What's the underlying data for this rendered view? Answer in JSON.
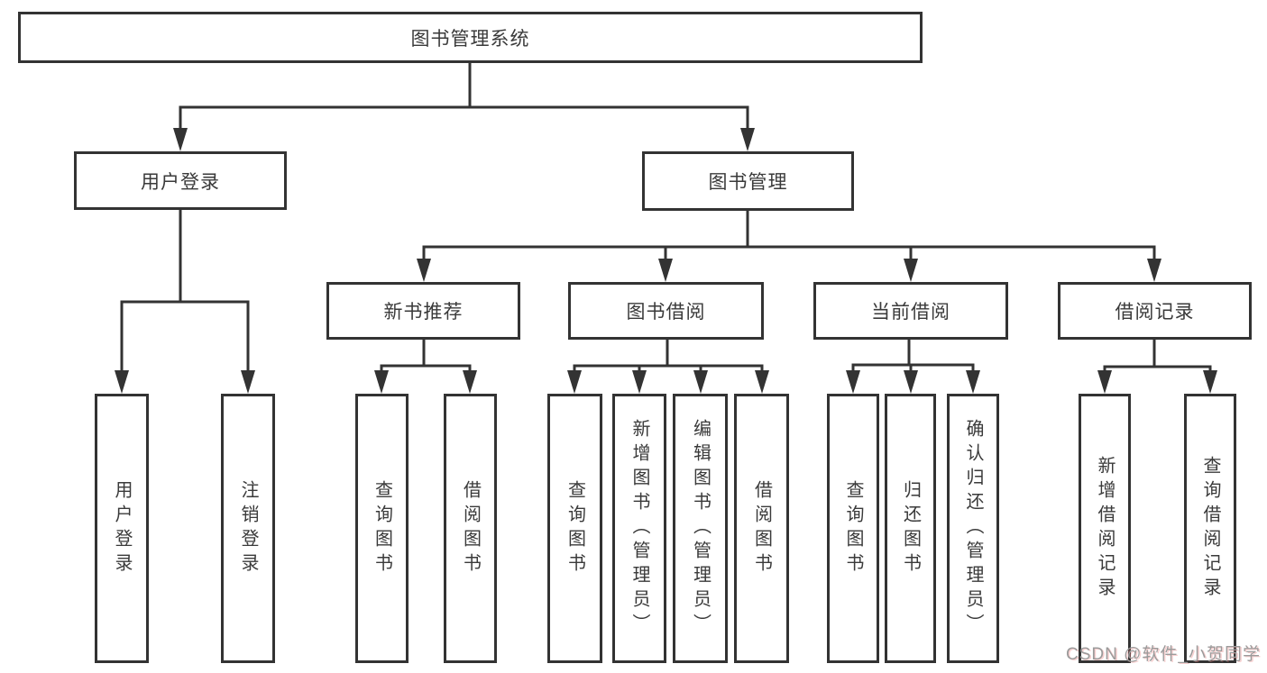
{
  "tree": {
    "root": {
      "label": "图书管理系统"
    },
    "level2": [
      {
        "label": "用户登录",
        "children": [
          {
            "label": "用户登录"
          },
          {
            "label": "注销登录"
          }
        ]
      },
      {
        "label": "图书管理",
        "children": [
          {
            "label": "新书推荐",
            "children": [
              {
                "label": "查询图书"
              },
              {
                "label": "借阅图书"
              }
            ]
          },
          {
            "label": "图书借阅",
            "children": [
              {
                "label": "查询图书"
              },
              {
                "label": "新增图书（管理员）"
              },
              {
                "label": "编辑图书（管理员）"
              },
              {
                "label": "借阅图书"
              }
            ]
          },
          {
            "label": "当前借阅",
            "children": [
              {
                "label": "查询图书"
              },
              {
                "label": "归还图书"
              },
              {
                "label": "确认归还（管理员）"
              }
            ]
          },
          {
            "label": "借阅记录",
            "children": [
              {
                "label": "新增借阅记录"
              },
              {
                "label": "查询借阅记录"
              }
            ]
          }
        ]
      }
    ]
  },
  "watermark": {
    "text": "CSDN @软件_小贺同学"
  },
  "colors": {
    "background": "#ffffff",
    "line": "#333333",
    "text": "#3a3a3a",
    "watermark": "#9b9b9b"
  }
}
